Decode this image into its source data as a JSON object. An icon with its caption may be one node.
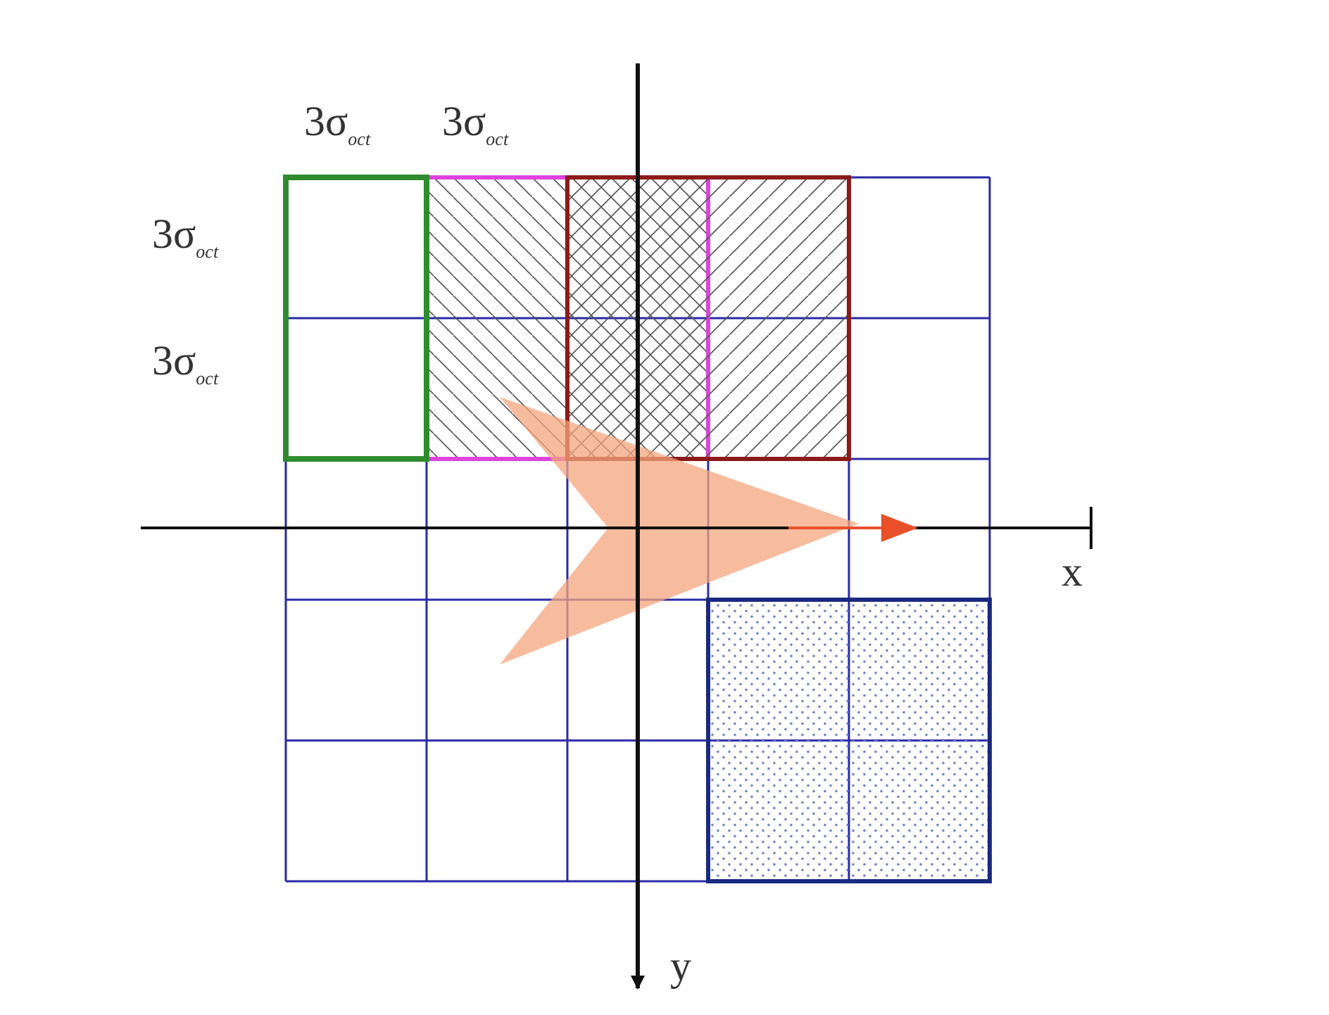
{
  "diagram": {
    "labels": [
      "3σ$_{oct}$",
      "3σ$_{oct}$",
      "3σ$_{oct}$",
      "3σ$_{oct}$",
      "x",
      "y"
    ]
  }
}
